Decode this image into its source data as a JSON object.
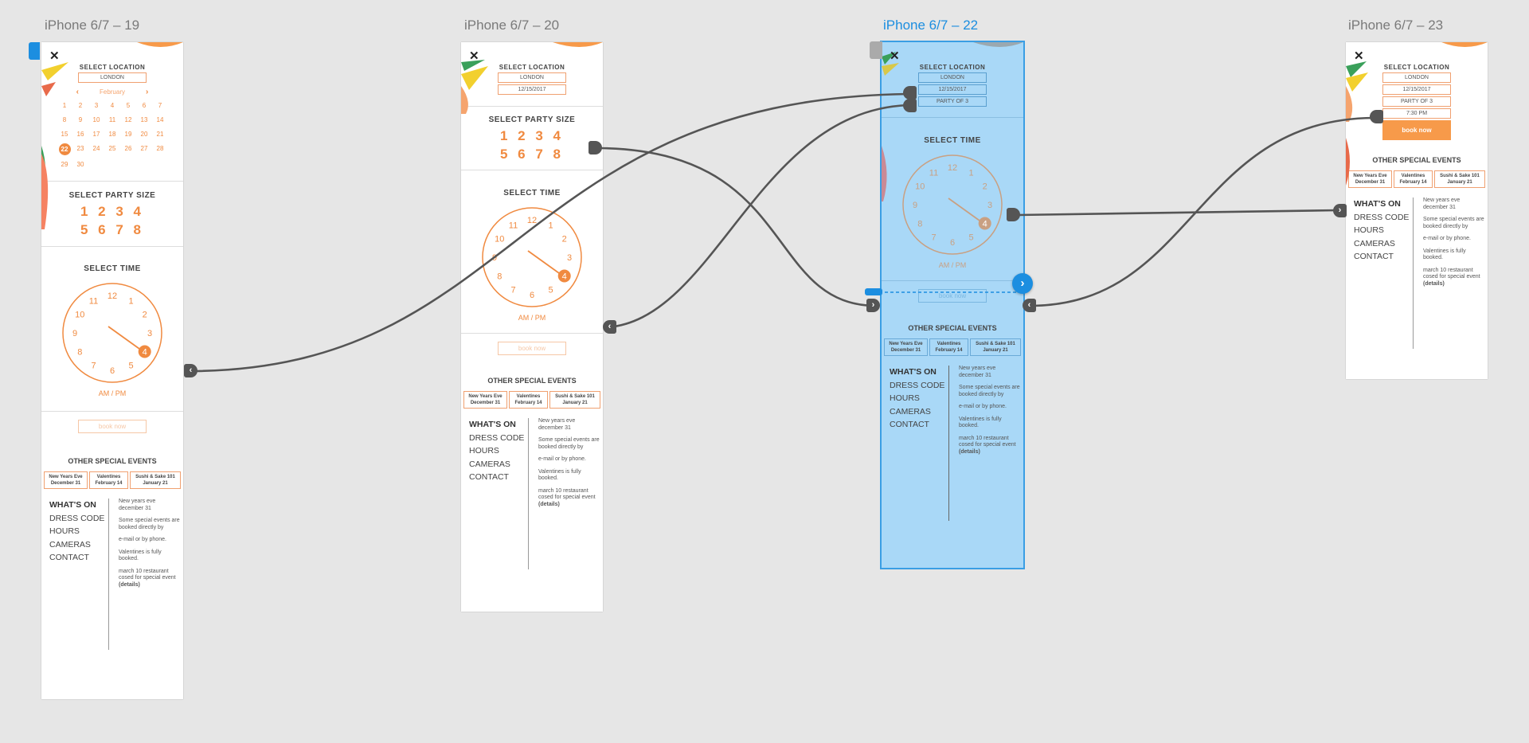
{
  "artboards": [
    {
      "title": "iPhone 6/7 – 19"
    },
    {
      "title": "iPhone 6/7 – 20"
    },
    {
      "title": "iPhone 6/7 – 22"
    },
    {
      "title": "iPhone 6/7 – 23"
    }
  ],
  "screens": {
    "select_location": "SELECT LOCATION",
    "location_value": "LONDON",
    "date_value": "12/15/2017",
    "party_value": "PARTY OF 3",
    "time_value": "7:30 PM",
    "month": "February",
    "select_party_size": "SELECT PARTY SIZE",
    "party_row1": "1 2 3 4",
    "party_row2": "5 6 7 8",
    "select_time": "SELECT TIME",
    "ampm": "AM / PM",
    "book_now": "book now",
    "other_events": "OTHER SPECIAL EVENTS",
    "events": [
      {
        "line1": "New Years Eve",
        "line2": "December 31"
      },
      {
        "line1": "Valentines",
        "line2": "February 14"
      },
      {
        "line1": "Sushi & Sake 101",
        "line2": "January 21"
      }
    ],
    "menu": {
      "whats_on": "WHAT'S ON",
      "dress_code": "DRESS CODE",
      "hours": "HOURS",
      "cameras": "CAMERAS",
      "contact": "CONTACT"
    },
    "notes": {
      "n1a": "New years eve",
      "n1b": "december 31",
      "n2": "Some special events are booked directly by",
      "n3": "e-mail or by phone.",
      "n4": "Valentines is fully booked.",
      "n5": "march 10 restaurant cosed for special event",
      "details": "(details)"
    }
  },
  "calendar_days": [
    "1",
    "2",
    "3",
    "4",
    "5",
    "6",
    "7",
    "8",
    "9",
    "10",
    "11",
    "12",
    "13",
    "14",
    "15",
    "16",
    "17",
    "18",
    "19",
    "20",
    "21",
    "22",
    "23",
    "24",
    "25",
    "26",
    "27",
    "28",
    "29",
    "30"
  ],
  "calendar_selected": "22",
  "clock_numbers": [
    "12",
    "1",
    "2",
    "3",
    "4",
    "5",
    "6",
    "7",
    "8",
    "9",
    "10",
    "11"
  ],
  "clock_selected": "4",
  "colors": {
    "accent": "#f08a40",
    "selection": "#1c8ee0",
    "selected_fill": "#a9d8f7",
    "canvas": "#e6e6e6",
    "wire": "#555555"
  },
  "icons": {
    "close": "close-icon",
    "prev_month": "chevron-left-icon",
    "next_month": "chevron-right-icon",
    "link_forward": "chevron-right-icon",
    "link_back": "chevron-left-icon"
  }
}
